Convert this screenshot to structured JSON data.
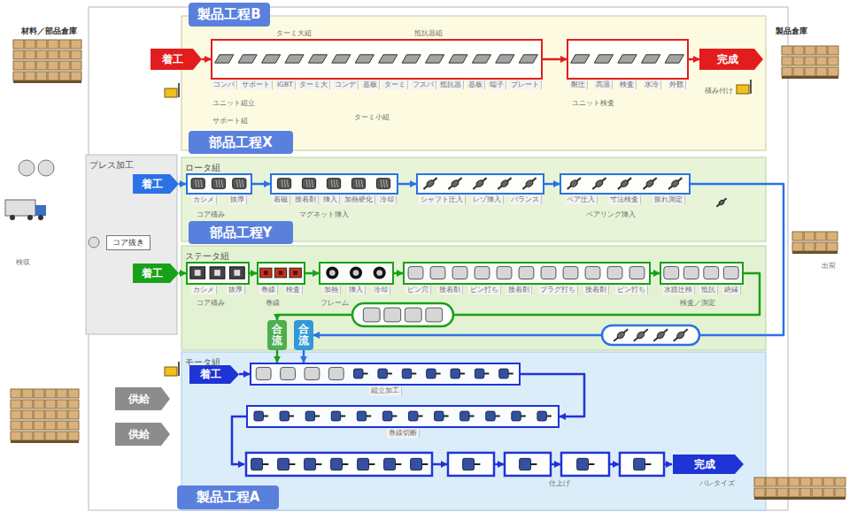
{
  "diagram": {
    "nodes": [
      {
        "text": [
          "製品工程B"
        ]
      },
      {
        "text": [
          "着工"
        ]
      },
      {
        "text": [
          "コンバ",
          "サポート",
          "IGBT",
          "ターミ大",
          "コンデ",
          "基板",
          "ターミ",
          "フスバ",
          "抵抗器",
          "基板",
          "端子",
          "プレート"
        ]
      },
      {
        "text": [
          "耐圧",
          "高温",
          "検査",
          "水冷",
          "外観"
        ]
      },
      {
        "text": [
          "完成"
        ]
      },
      {
        "text": [
          "部品工程X"
        ]
      },
      {
        "text": [
          "ロータ組"
        ]
      },
      {
        "text": [
          "着工"
        ]
      },
      {
        "text": [
          "カシメ",
          "抜厚"
        ],
        "in": 6
      },
      {
        "text": [
          "着磁",
          "接着剤",
          "挿入",
          "加熱硬化",
          "冷却"
        ],
        "in": 6
      },
      {
        "text": [
          "シャフト圧入",
          "レゾ挿入",
          "バランス"
        ],
        "in": 6
      },
      {
        "text": [
          "ベア圧入",
          "寸法検査",
          "振れ測定"
        ],
        "in": 6
      },
      {
        "text": [
          "部品工程Y"
        ]
      },
      {
        "text": [
          "ステータ組"
        ]
      },
      {
        "text": [
          "着工"
        ]
      },
      {
        "text": [
          "カシメ",
          "抜厚"
        ],
        "in": 13
      },
      {
        "text": [
          "巻線",
          "検査"
        ],
        "in": 13
      },
      {
        "text": [
          "加熱",
          "挿入",
          "冷却"
        ],
        "in": 13
      },
      {
        "text": [
          "ピン穴",
          "接着剤",
          "ピン打ち",
          "接着剤",
          "プラグ打ち",
          "接着剤",
          "ピン打ち"
        ],
        "in": 13
      },
      {
        "text": [
          "水路圧検",
          "抵抗",
          "絶縁"
        ],
        "in": 13
      },
      {
        "text": [
          "合流"
        ]
      },
      {
        "text": [
          "合流"
        ]
      },
      {
        "text": [
          "モータ組"
        ]
      },
      {
        "text": [
          "着工"
        ]
      },
      {
        "text": [
          "組立加工"
        ],
        "in": 22
      },
      {
        "text": [
          "巻線切断"
        ],
        "in": 22
      },
      {
        "text": [
          "完成"
        ]
      },
      {
        "text": [
          "供給"
        ]
      },
      {
        "text": [
          "供給"
        ]
      },
      {
        "text": [
          "製品工程A"
        ]
      },
      {
        "text": [
          "プレス加工"
        ]
      },
      {
        "text": [
          "コア抜き"
        ],
        "in": 30
      }
    ],
    "edges": [
      {
        "from": 1,
        "to": 2,
        "arrow": "to"
      },
      {
        "from": 2,
        "to": 3,
        "arrow": "to"
      },
      {
        "from": 3,
        "to": 4,
        "arrow": "to"
      },
      {
        "from": 7,
        "to": 8,
        "arrow": "to"
      },
      {
        "from": 8,
        "to": 9,
        "arrow": "to"
      },
      {
        "from": 9,
        "to": 10,
        "arrow": "to"
      },
      {
        "from": 10,
        "to": 11,
        "arrow": "to"
      },
      {
        "from": 11,
        "to": 21,
        "arrow": "to"
      },
      {
        "from": 21,
        "to": 24,
        "arrow": "to"
      },
      {
        "from": 14,
        "to": 15,
        "arrow": "to"
      },
      {
        "from": 15,
        "to": 16,
        "arrow": "to"
      },
      {
        "from": 16,
        "to": 17,
        "arrow": "to"
      },
      {
        "from": 17,
        "to": 18,
        "arrow": "to"
      },
      {
        "from": 18,
        "to": 19,
        "arrow": "to"
      },
      {
        "from": 19,
        "to": 20,
        "arrow": "to"
      },
      {
        "from": 20,
        "to": 24,
        "arrow": "to"
      },
      {
        "from": 23,
        "to": 24,
        "arrow": "to"
      },
      {
        "from": 24,
        "to": 25,
        "arrow": "to"
      }
    ],
    "labels": [
      "材料／部品倉庫",
      "製品倉庫",
      "ターミ大組",
      "抵抗器組",
      "ユニット組立",
      "サポート組",
      "ターミ小組",
      "ユニット検査",
      "積み付け",
      "コア積み",
      "マグネット挿入",
      "ベアリング挿入",
      "コア積み",
      "巻線",
      "フレーム",
      "検査／測定",
      "仕上げ",
      "パレタイズ",
      "検収",
      "出荷"
    ]
  }
}
